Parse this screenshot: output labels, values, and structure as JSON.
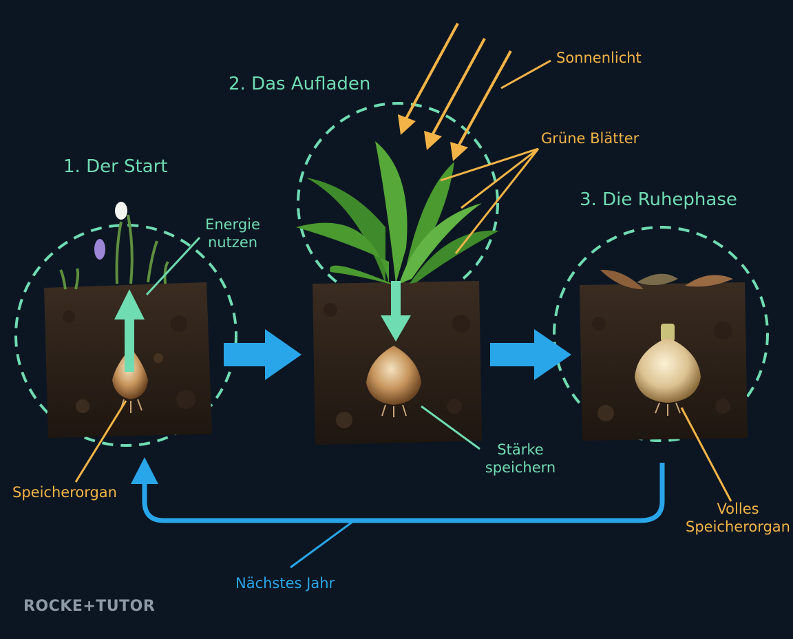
{
  "stages": [
    {
      "title": "1. Der Start"
    },
    {
      "title": "2. Das Aufladen"
    },
    {
      "title": "3. Die Ruhephase"
    }
  ],
  "labels": {
    "energie": [
      "Energie",
      "nutzen"
    ],
    "speicherorgan": "Speicherorgan",
    "sonnenlicht": "Sonnenlicht",
    "gruene_blaetter": "Grüne Blätter",
    "staerke": [
      "Stärke",
      "speichern"
    ],
    "volles": [
      "Volles",
      "Speicherorgan"
    ],
    "naechstes_jahr": "Nächstes Jahr"
  },
  "logo": "ROCKE+TUTOR",
  "colors": {
    "teal": "#6fdcb2",
    "orange": "#f3b447",
    "blue": "#2aa6ea",
    "background": "#0c1622",
    "soil": "#2a1f18"
  }
}
